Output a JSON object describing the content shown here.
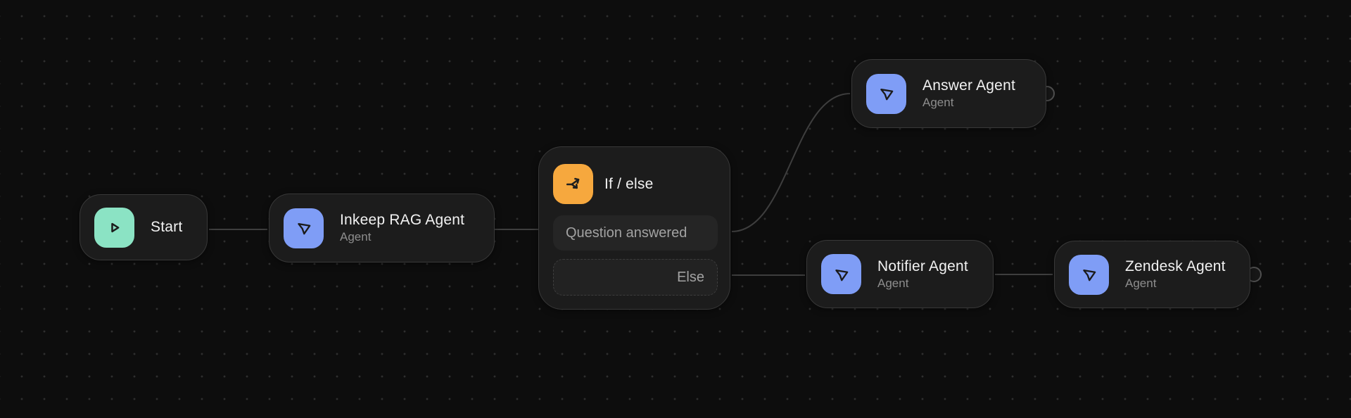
{
  "canvas": {
    "background_color": "#0d0d0d",
    "dot_color": "#2e2e2e",
    "edge_color": "#3e3e3e",
    "node_background": "#1c1c1c",
    "node_border": "#383838"
  },
  "nodes": {
    "start": {
      "title": "Start",
      "icon": "play-icon",
      "icon_color": "#8BE3C4"
    },
    "rag": {
      "title": "Inkeep RAG Agent",
      "subtitle": "Agent",
      "icon": "cursor-icon",
      "icon_color": "#7F9DF6"
    },
    "ifelse": {
      "title": "If / else",
      "icon": "branch-icon",
      "icon_color": "#F6A83E",
      "branches": {
        "if": {
          "label": "Question answered"
        },
        "else": {
          "label": "Else"
        }
      }
    },
    "answer": {
      "title": "Answer Agent",
      "subtitle": "Agent",
      "icon": "cursor-icon",
      "icon_color": "#7F9DF6"
    },
    "notifier": {
      "title": "Notifier Agent",
      "subtitle": "Agent",
      "icon": "cursor-icon",
      "icon_color": "#7F9DF6"
    },
    "zendesk": {
      "title": "Zendesk Agent",
      "subtitle": "Agent",
      "icon": "cursor-icon",
      "icon_color": "#7F9DF6"
    }
  },
  "edges": [
    {
      "from": "start",
      "to": "rag"
    },
    {
      "from": "rag",
      "to": "ifelse"
    },
    {
      "from": "ifelse.branch-question-answered",
      "to": "answer"
    },
    {
      "from": "ifelse.branch-else",
      "to": "notifier"
    },
    {
      "from": "notifier",
      "to": "zendesk"
    }
  ]
}
